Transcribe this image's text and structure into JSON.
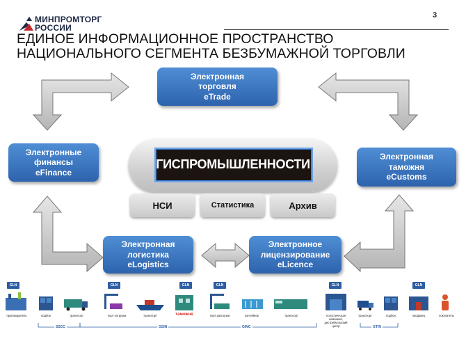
{
  "header": {
    "logo_line1": "МИНПРОМТОРГ",
    "logo_line2": "РОССИИ",
    "page_number": "3",
    "title_line1": "ЕДИНОЕ ИНФОРМАЦИОННОЕ ПРОСТРАНСТВО",
    "title_line2": "НАЦИОНАЛЬНОГО СЕГМЕНТА БЕЗБУМАЖНОЙ ТОРГОВЛИ"
  },
  "nodes": {
    "etrade": [
      "Электронная",
      "торговля",
      "eTrade"
    ],
    "efinance": [
      "Электронные",
      "финансы",
      "eFinance"
    ],
    "ecustoms": [
      "Электронная",
      "таможня",
      "eCustoms"
    ],
    "elogistics": [
      "Электронная",
      "логистика",
      "eLogistics"
    ],
    "elicence": [
      "Электронное",
      "лицензирование",
      "eLicence"
    ]
  },
  "center": {
    "banner": "ГИСПРОМЫШЛЕННОСТИ",
    "buttons": [
      "НСИ",
      "Статистика",
      "Архив"
    ]
  },
  "supply_chain": {
    "steps": [
      "производитель",
      "подбон",
      "транспорт",
      "порт погрузки",
      "транспорт",
      "таможня",
      "порт разгрузки",
      "контейнер",
      "транспорт",
      "логистическая компания, дистрибуторский центр",
      "транспорт",
      "подбон",
      "продавец",
      "покупатель"
    ],
    "gln_label": "GLN",
    "codes": [
      "SSCC",
      "GSIN",
      "GINC",
      "GTIN"
    ]
  },
  "colors": {
    "box_blue": "#2d63ad",
    "arrow_gray": "#c9c9c9",
    "customs_red": "#d0312d",
    "gln_blue": "#2e5fa3"
  }
}
